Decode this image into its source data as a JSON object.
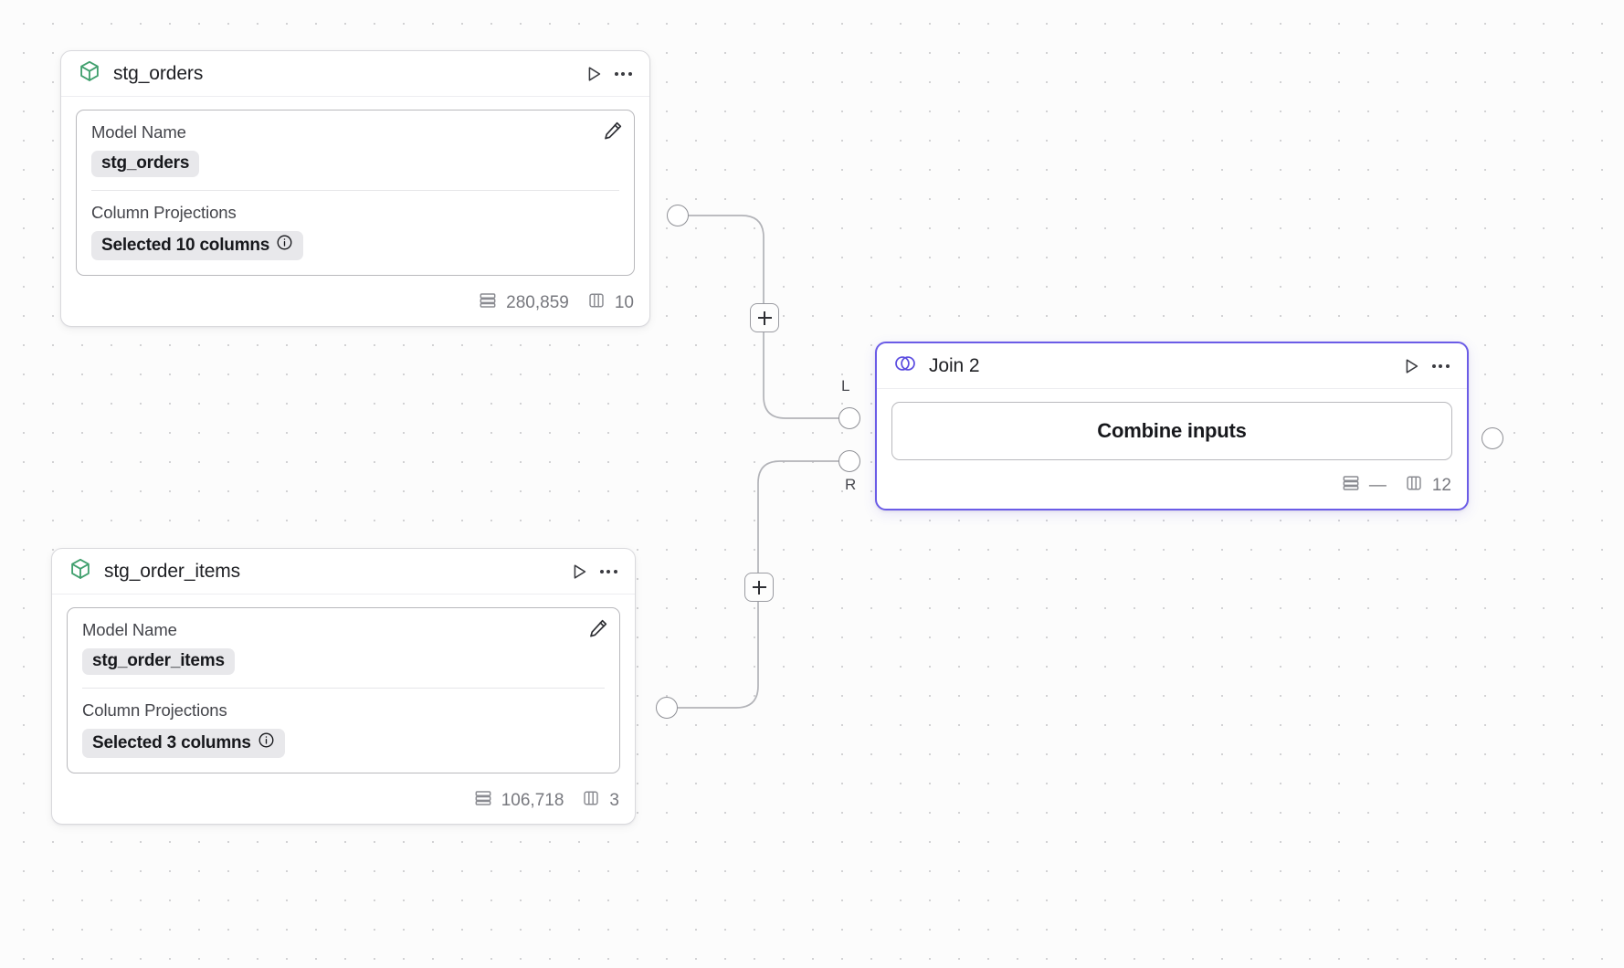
{
  "canvas": {
    "background_color": "#fcfcfc",
    "grid": "dot-grid",
    "grid_spacing": 32
  },
  "nodes": [
    {
      "id": "stg_orders",
      "type": "model",
      "icon": "cube-icon",
      "icon_color": "#41a06e",
      "title": "stg_orders",
      "run_label": "Run",
      "menu_label": "More options",
      "fields": [
        {
          "label": "Model Name",
          "value": "stg_orders",
          "has_info": false
        },
        {
          "label": "Column Projections",
          "value": "Selected 10 columns",
          "has_info": true
        }
      ],
      "edit_label": "Edit",
      "footer": {
        "rows_icon": "rows-icon",
        "rows": "280,859",
        "columns_icon": "columns-icon",
        "columns": "10"
      }
    },
    {
      "id": "stg_order_items",
      "type": "model",
      "icon": "cube-icon",
      "icon_color": "#41a06e",
      "title": "stg_order_items",
      "run_label": "Run",
      "menu_label": "More options",
      "fields": [
        {
          "label": "Model Name",
          "value": "stg_order_items",
          "has_info": false
        },
        {
          "label": "Column Projections",
          "value": "Selected 3 columns",
          "has_info": true
        }
      ],
      "edit_label": "Edit",
      "footer": {
        "rows_icon": "rows-icon",
        "rows": "106,718",
        "columns_icon": "columns-icon",
        "columns": "3"
      }
    },
    {
      "id": "join_2",
      "type": "join",
      "icon": "venn-icon",
      "icon_color": "#5b4ce0",
      "title": "Join 2",
      "selected": true,
      "accent_color": "#6b5ce7",
      "run_label": "Run",
      "menu_label": "More options",
      "action_label": "Combine inputs",
      "input_handles": [
        {
          "id": "left",
          "label": "L"
        },
        {
          "id": "right",
          "label": "R"
        }
      ],
      "footer": {
        "rows_icon": "rows-icon",
        "rows": "—",
        "columns_icon": "columns-icon",
        "columns": "12"
      }
    }
  ],
  "edges": [
    {
      "id": "edge-orders-to-join-left",
      "from": "stg_orders",
      "to": "join_2",
      "to_handle": "L",
      "add_label": "+"
    },
    {
      "id": "edge-order-items-to-join-right",
      "from": "stg_order_items",
      "to": "join_2",
      "to_handle": "R",
      "add_label": "+"
    }
  ]
}
